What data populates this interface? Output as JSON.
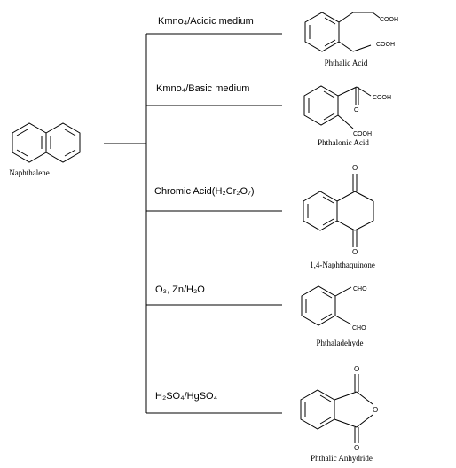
{
  "start": {
    "name": "Naphthalene"
  },
  "reactions": [
    {
      "reagent": "Kmno₄/Acidic medium",
      "product": "Phthalic Acid",
      "groups": [
        "COOH",
        "COOH"
      ]
    },
    {
      "reagent": "Kmno₄/Basic medium",
      "product": "Phthalonic Acid",
      "groups": [
        "COOH",
        "O",
        "COOH"
      ]
    },
    {
      "reagent": "Chromic Acid(H₂Cr₂O₇)",
      "product": "1,4-Naphthaquinone",
      "groups": [
        "O",
        "O"
      ]
    },
    {
      "reagent": "O₃, Zn/H₂O",
      "product": "Phthaladehyde",
      "groups": [
        "CHO",
        "CHO"
      ]
    },
    {
      "reagent": "H₂SO₄/HgSO₄",
      "product": "Phthalic Anhydride",
      "groups": [
        "O",
        "O",
        "O"
      ]
    }
  ]
}
